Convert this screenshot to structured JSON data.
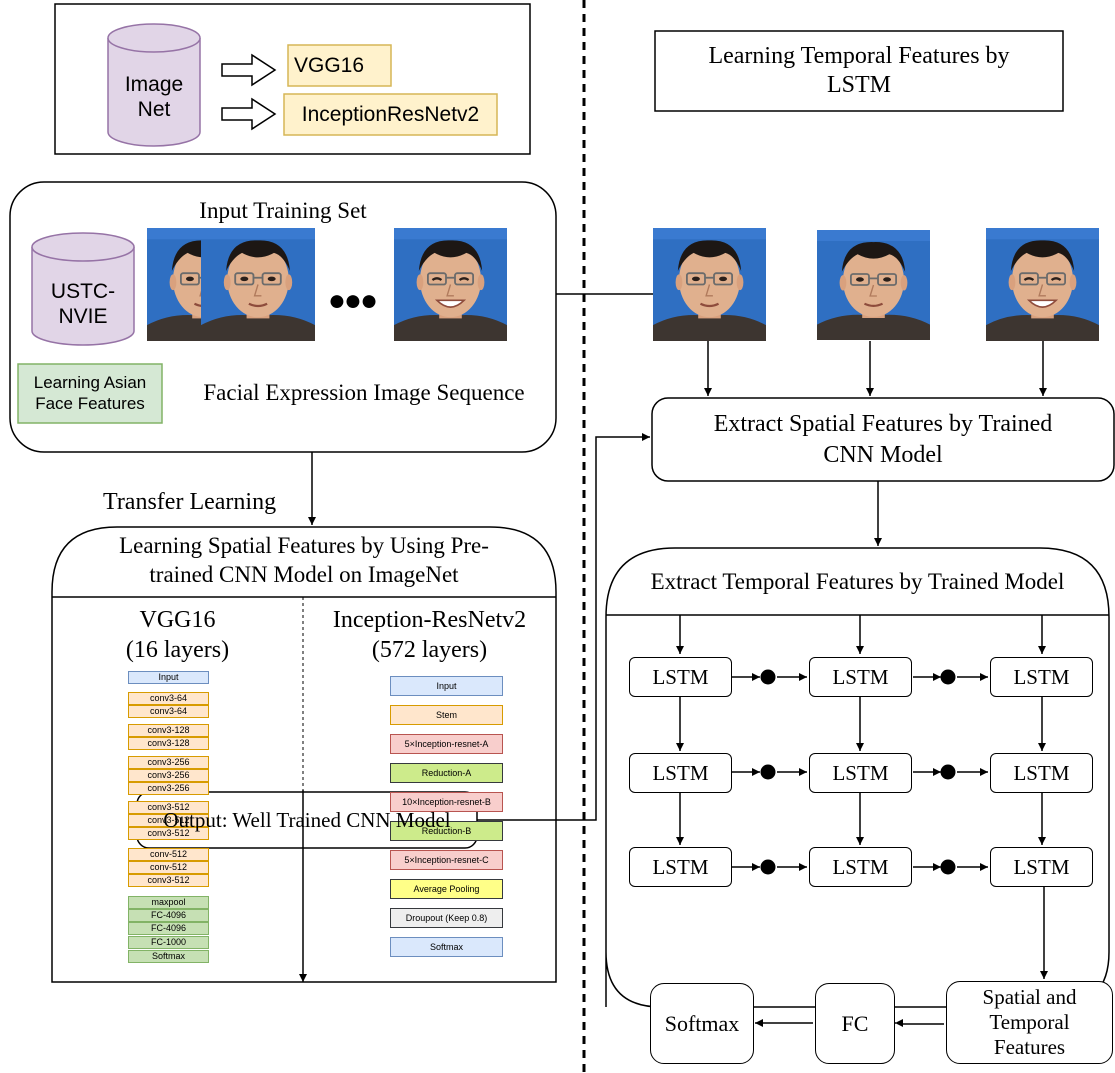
{
  "imagenet": {
    "db_label_line1": "Image",
    "db_label_line2": "Net",
    "model_vgg": "VGG16",
    "model_inception": "InceptionResNetv2"
  },
  "temporal_title": {
    "line1": "Learning Temporal Features by",
    "line2": "LSTM"
  },
  "training_set": {
    "title": "Input Training Set",
    "db_line1": "USTC-",
    "db_line2": "NVIE",
    "ellipsis": "●●●",
    "asian_line1": "Learning Asian",
    "asian_line2": "Face Features",
    "sequence_caption": "Facial Expression Image Sequence"
  },
  "transfer_label": "Transfer Learning",
  "pretrained": {
    "title_line1": "Learning Spatial Features by Using Pre-",
    "title_line2": "trained CNN Model on ImageNet",
    "vgg_title": "VGG16",
    "vgg_sub": "(16 layers)",
    "inc_title": "Inception-ResNetv2",
    "inc_sub": "(572 layers)"
  },
  "vgg_layers": [
    "Input",
    "conv3-64",
    "conv3-64",
    "conv3-128",
    "conv3-128",
    "conv3-256",
    "conv3-256",
    "conv3-256",
    "conv3-512",
    "conv3-512",
    "conv3-512",
    "conv-512",
    "conv-512",
    "conv3-512",
    "maxpool",
    "FC-4096",
    "FC-4096",
    "FC-1000",
    "Softmax"
  ],
  "inception_layers": [
    "Input",
    "Stem",
    "5×Inception-resnet-A",
    "Reduction-A",
    "10×Inception-resnet-B",
    "Reduction-B",
    "5×Inception-resnet-C",
    "Average Pooling",
    "Droupout (Keep 0.8)",
    "Softmax"
  ],
  "output_label": "Output: Well Trained CNN Model",
  "spatial_extract": {
    "line1": "Extract Spatial Features by Trained",
    "line2": "CNN Model"
  },
  "temporal_extract_title": "Extract Temporal Features by Trained Model",
  "lstm_label": "LSTM",
  "features_box": {
    "line1": "Spatial and",
    "line2": "Temporal",
    "line3": "Features"
  },
  "fc_label": "FC",
  "softmax_label": "Softmax",
  "colors": {
    "db_fill": "#e1d5e7",
    "db_stroke": "#9673a6",
    "model_fill": "#fff2cc",
    "model_stroke": "#d6b656",
    "asian_fill": "#d5e8d4",
    "asian_stroke": "#82b366",
    "input_fill": "#dae8fc",
    "input_stroke": "#6c8ebf",
    "conv_fill": "#ffe6cc",
    "conv_stroke": "#d79b00",
    "fc_fill": "#c6e0b4",
    "fc_stroke": "#82b366",
    "red_fill": "#f8cecc",
    "red_stroke": "#b85450",
    "green_fill": "#cdeb8b",
    "green_stroke": "#36393d",
    "yellow_fill": "#ffff88",
    "yellow_stroke": "#36393d",
    "gray_fill": "#eeeeee",
    "gray_stroke": "#36393d"
  },
  "icons": {
    "database": "database-cylinder-icon",
    "arrow": "hollow-arrow-icon",
    "face": "face-photo-icon"
  }
}
